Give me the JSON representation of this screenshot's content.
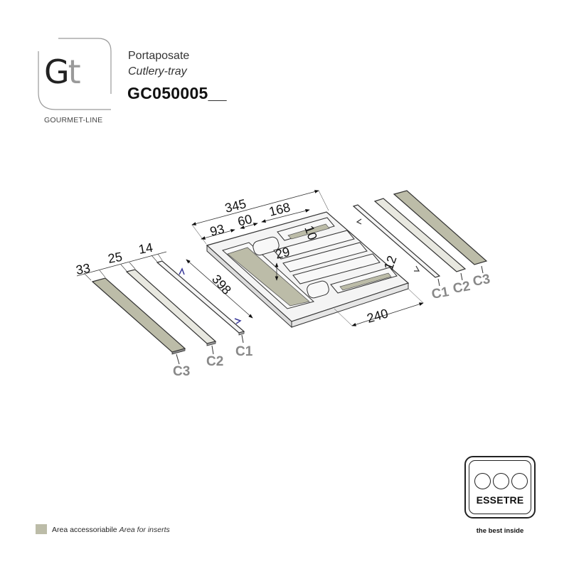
{
  "header": {
    "logo": {
      "g": "G",
      "t": "t",
      "brand_line": "GOURMET-LINE"
    },
    "title_it": "Portaposate",
    "title_en": "Cutlery-tray",
    "product_code": "GC050005__"
  },
  "drawing": {
    "dimensions": {
      "overall_width": "345",
      "section_1": "93",
      "section_2": "60",
      "section_3": "168",
      "compartment_width": "10",
      "compartment_depth": "29",
      "length": "398",
      "depth": "240",
      "rail_offset": "12",
      "strip_c3_width": "33",
      "strip_c2_width": "25",
      "strip_c1_width": "14"
    },
    "left_strips": [
      {
        "label": "C3"
      },
      {
        "label": "C2"
      },
      {
        "label": "C1"
      }
    ],
    "right_strips": [
      {
        "label": "C1"
      },
      {
        "label": "C2"
      },
      {
        "label": "C3"
      }
    ],
    "colors": {
      "insert_area": "#bcbca8",
      "tray": "#f4f4f4",
      "outline": "#333333",
      "arrow": "#3a3a9a",
      "label": "#888888"
    }
  },
  "legend": {
    "swatch_color": "#bcbca8",
    "label_it": "Area accessoriabile",
    "label_en": "Area for inserts"
  },
  "brand": {
    "name": "ESSETRE",
    "tagline": "the best inside"
  }
}
